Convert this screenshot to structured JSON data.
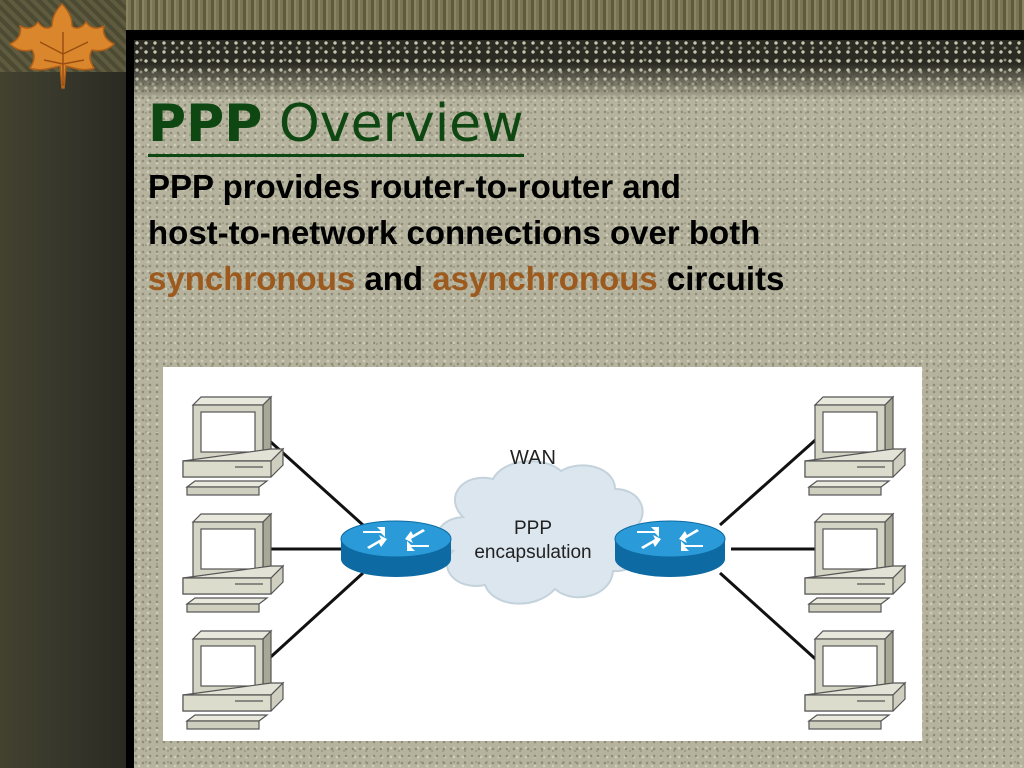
{
  "slide": {
    "title_bold": "PPP",
    "title_rest": "Overview",
    "body": {
      "line1": "PPP provides router-to-router and",
      "line2": "host-to-network connections over both",
      "term1": "synchronous",
      "and_word": "and",
      "term2": "asynchronous",
      "ending": "circuits"
    },
    "colors": {
      "title": "#0f4712",
      "highlight": "#9c5a1e",
      "router": "#1a86c2"
    }
  },
  "diagram": {
    "wan_label": "WAN",
    "cloud_line1": "PPP",
    "cloud_line2": "encapsulation",
    "left_hosts": [
      "computer-icon",
      "computer-icon",
      "computer-icon"
    ],
    "right_hosts": [
      "computer-icon",
      "computer-icon",
      "computer-icon"
    ],
    "routers": [
      "router-icon",
      "router-icon"
    ],
    "cloud": "cloud-icon"
  },
  "decor": {
    "leaf": "maple-leaf-icon"
  }
}
